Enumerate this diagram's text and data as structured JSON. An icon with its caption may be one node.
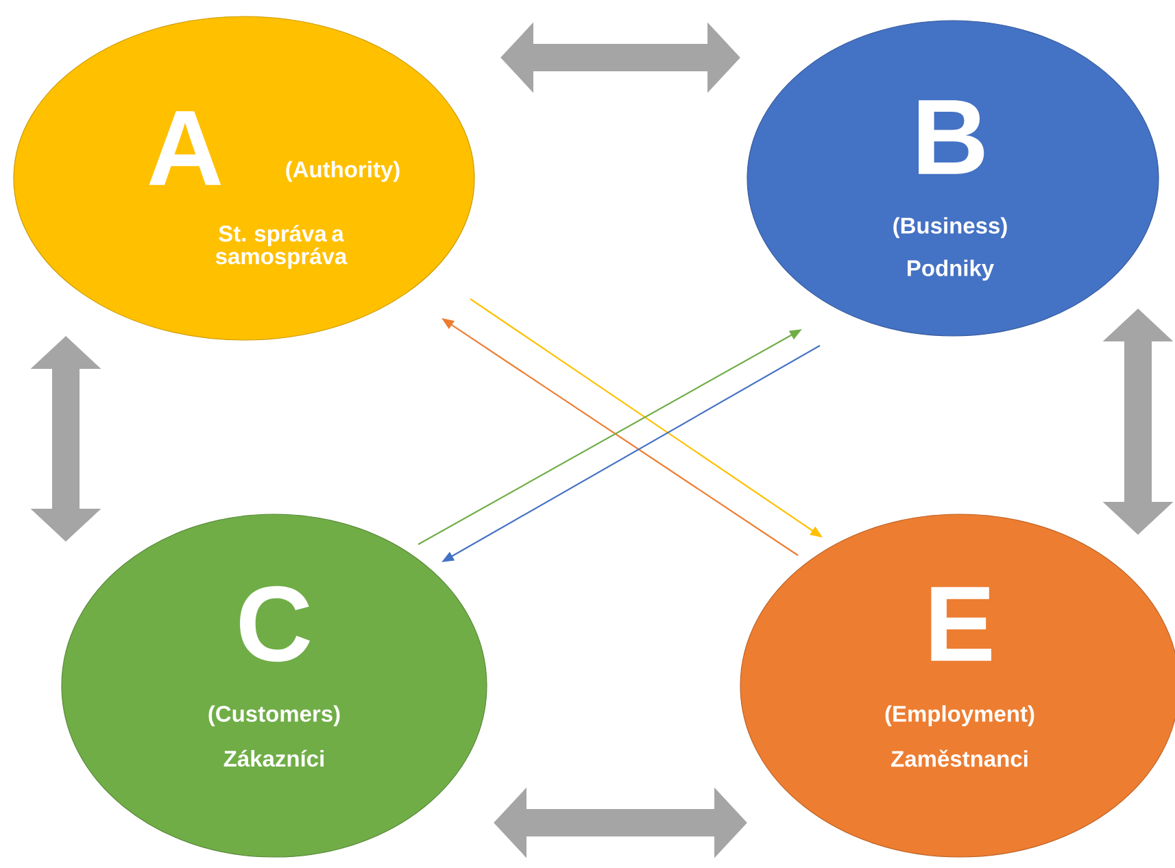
{
  "diagram": {
    "nodes": [
      {
        "text": [
          "A",
          "(Authority)",
          "St. správa a samospráva"
        ]
      },
      {
        "text": [
          "B",
          "(Business)",
          "Podniky"
        ]
      },
      {
        "text": [
          "C",
          "(Customers)",
          "Zákazníci"
        ]
      },
      {
        "text": [
          "E",
          "(Employment)",
          "Zaměstnanci"
        ]
      }
    ],
    "edges": [
      {
        "from": 0,
        "to": 1,
        "arrow": "both",
        "style": "thick",
        "color": "#a5a5a5"
      },
      {
        "from": 0,
        "to": 2,
        "arrow": "both",
        "style": "thick",
        "color": "#a5a5a5"
      },
      {
        "from": 1,
        "to": 3,
        "arrow": "both",
        "style": "thick",
        "color": "#a5a5a5"
      },
      {
        "from": 2,
        "to": 3,
        "arrow": "both",
        "style": "thick",
        "color": "#a5a5a5"
      },
      {
        "from": 0,
        "to": 3,
        "arrow": "to",
        "color": "#ffc000"
      },
      {
        "from": 3,
        "to": 0,
        "arrow": "to",
        "color": "#ed7d31"
      },
      {
        "from": 2,
        "to": 1,
        "arrow": "to",
        "color": "#70ad47"
      },
      {
        "from": 1,
        "to": 2,
        "arrow": "to",
        "color": "#4472c4"
      }
    ]
  }
}
